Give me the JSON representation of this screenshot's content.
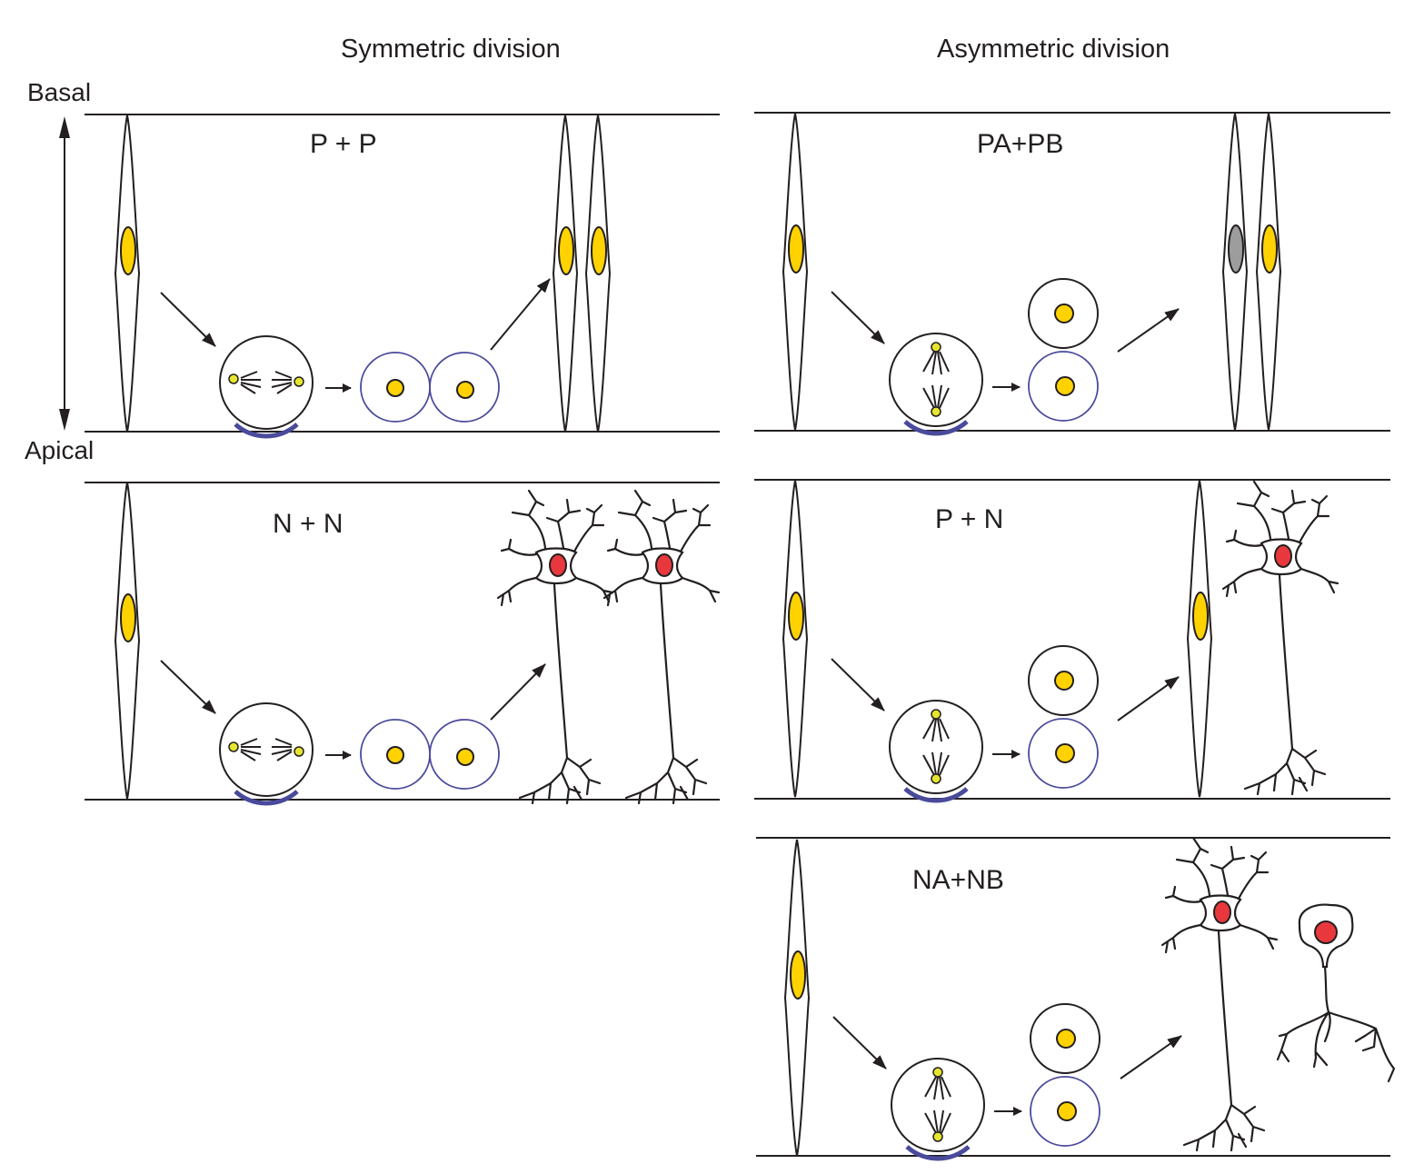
{
  "headers": {
    "symmetric": "Symmetric division",
    "asymmetric": "Asymmetric division"
  },
  "axis": {
    "top": "Basal",
    "bottom": "Apical"
  },
  "panels": [
    {
      "id": "sym-pp",
      "label": "P + P",
      "outcome": [
        "progenitor",
        "progenitor"
      ],
      "nuclei": [
        "yellow",
        "yellow"
      ],
      "spindle": "horizontal"
    },
    {
      "id": "sym-nn",
      "label": "N + N",
      "outcome": [
        "neuron",
        "neuron"
      ],
      "nuclei": [
        "red",
        "red"
      ],
      "spindle": "horizontal"
    },
    {
      "id": "asym-papb",
      "label": "PA+PB",
      "outcome": [
        "progenitor",
        "progenitor"
      ],
      "nuclei": [
        "grey",
        "yellow"
      ],
      "spindle": "vertical"
    },
    {
      "id": "asym-pn",
      "label": "P + N",
      "outcome": [
        "progenitor",
        "neuron"
      ],
      "nuclei": [
        "yellow",
        "red"
      ],
      "spindle": "vertical"
    },
    {
      "id": "asym-nanb",
      "label": "NA+NB",
      "outcome": [
        "neuron",
        "neuron-alternate"
      ],
      "nuclei": [
        "red",
        "red"
      ],
      "spindle": "vertical"
    }
  ],
  "colors": {
    "line": "#231f20",
    "progenitor_nucleus": "#FFD200",
    "neuron_nucleus": "#E8383D",
    "alt_progenitor_nucleus": "#9D9D9D",
    "apical_marker": "#4A4A9C",
    "centrosome": "#E6E62E"
  }
}
